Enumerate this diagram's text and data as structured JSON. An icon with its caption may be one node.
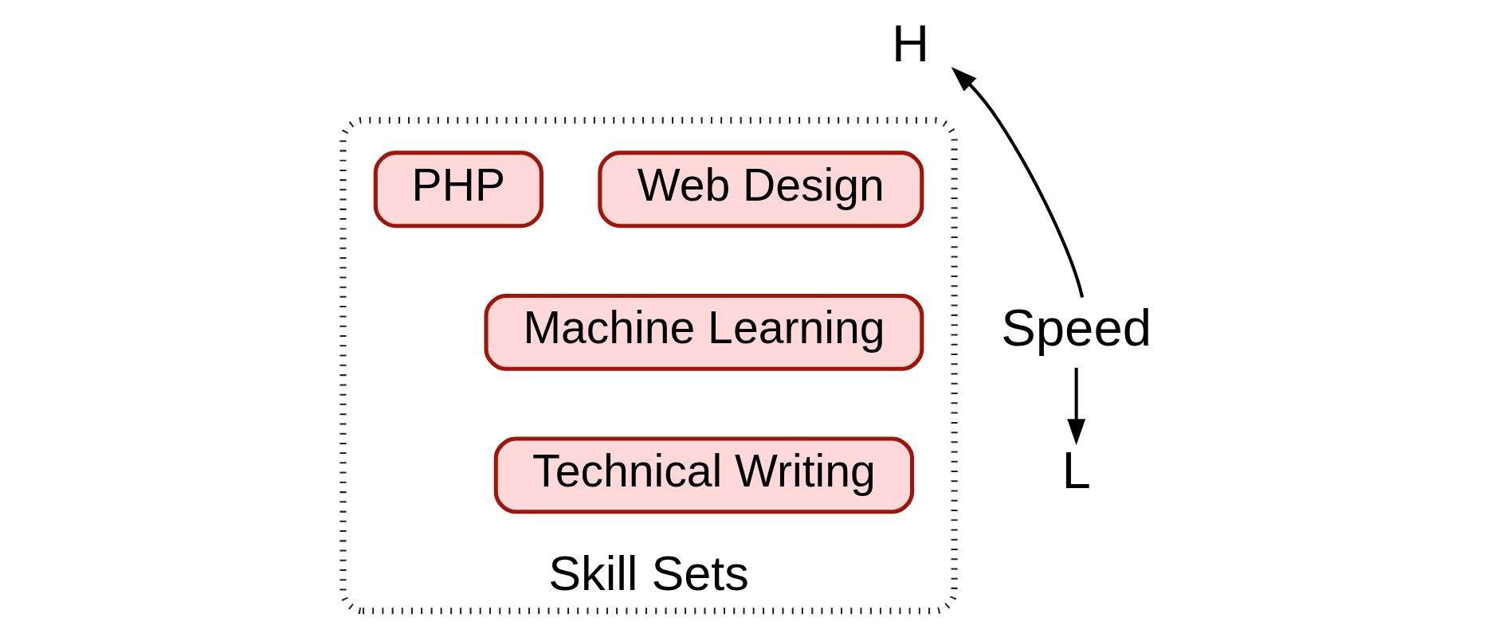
{
  "diagram": {
    "nodes": [
      {
        "text": [
          "H"
        ]
      },
      {
        "text": [
          "Speed"
        ]
      },
      {
        "text": [
          "L"
        ]
      },
      {
        "text": [
          "Skill Sets"
        ]
      },
      {
        "text": [
          "Web Design"
        ],
        "in": 3
      },
      {
        "text": [
          "PHP"
        ],
        "in": 3
      },
      {
        "text": [
          "Machine Learning"
        ],
        "in": 3
      },
      {
        "text": [
          "Technical Writing"
        ],
        "in": 3
      }
    ],
    "edges": [
      {
        "from": 1,
        "to": 0,
        "arrow": "to"
      },
      {
        "from": 1,
        "to": 2,
        "arrow": "to"
      }
    ]
  }
}
